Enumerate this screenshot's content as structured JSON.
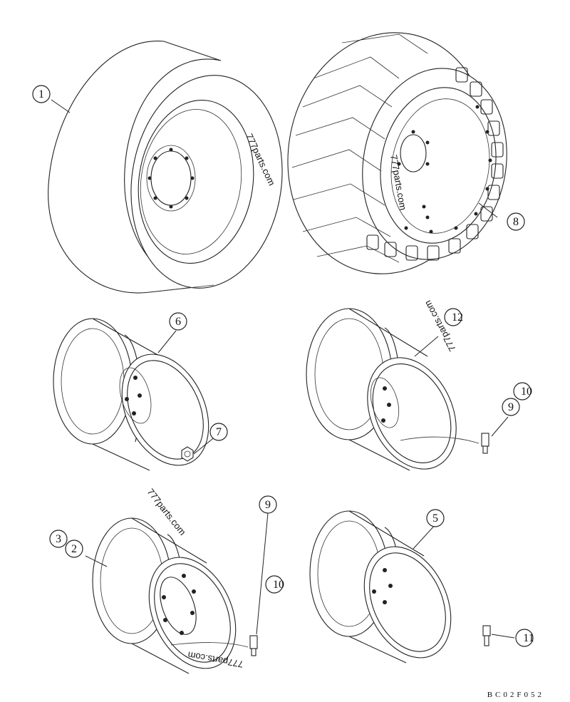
{
  "callouts": {
    "c1": "1",
    "c2": "2",
    "c3": "3",
    "c5": "5",
    "c6": "6",
    "c7": "7",
    "c8": "8",
    "c9a": "9",
    "c9b": "9",
    "c10a": "10",
    "c10b": "10",
    "c11": "11",
    "c12": "12"
  },
  "watermarks": [
    "777parts.com",
    "777parts.com",
    "777parts.com",
    "777parts.com",
    "777parts.com"
  ],
  "drawing_code": "BC02F052"
}
